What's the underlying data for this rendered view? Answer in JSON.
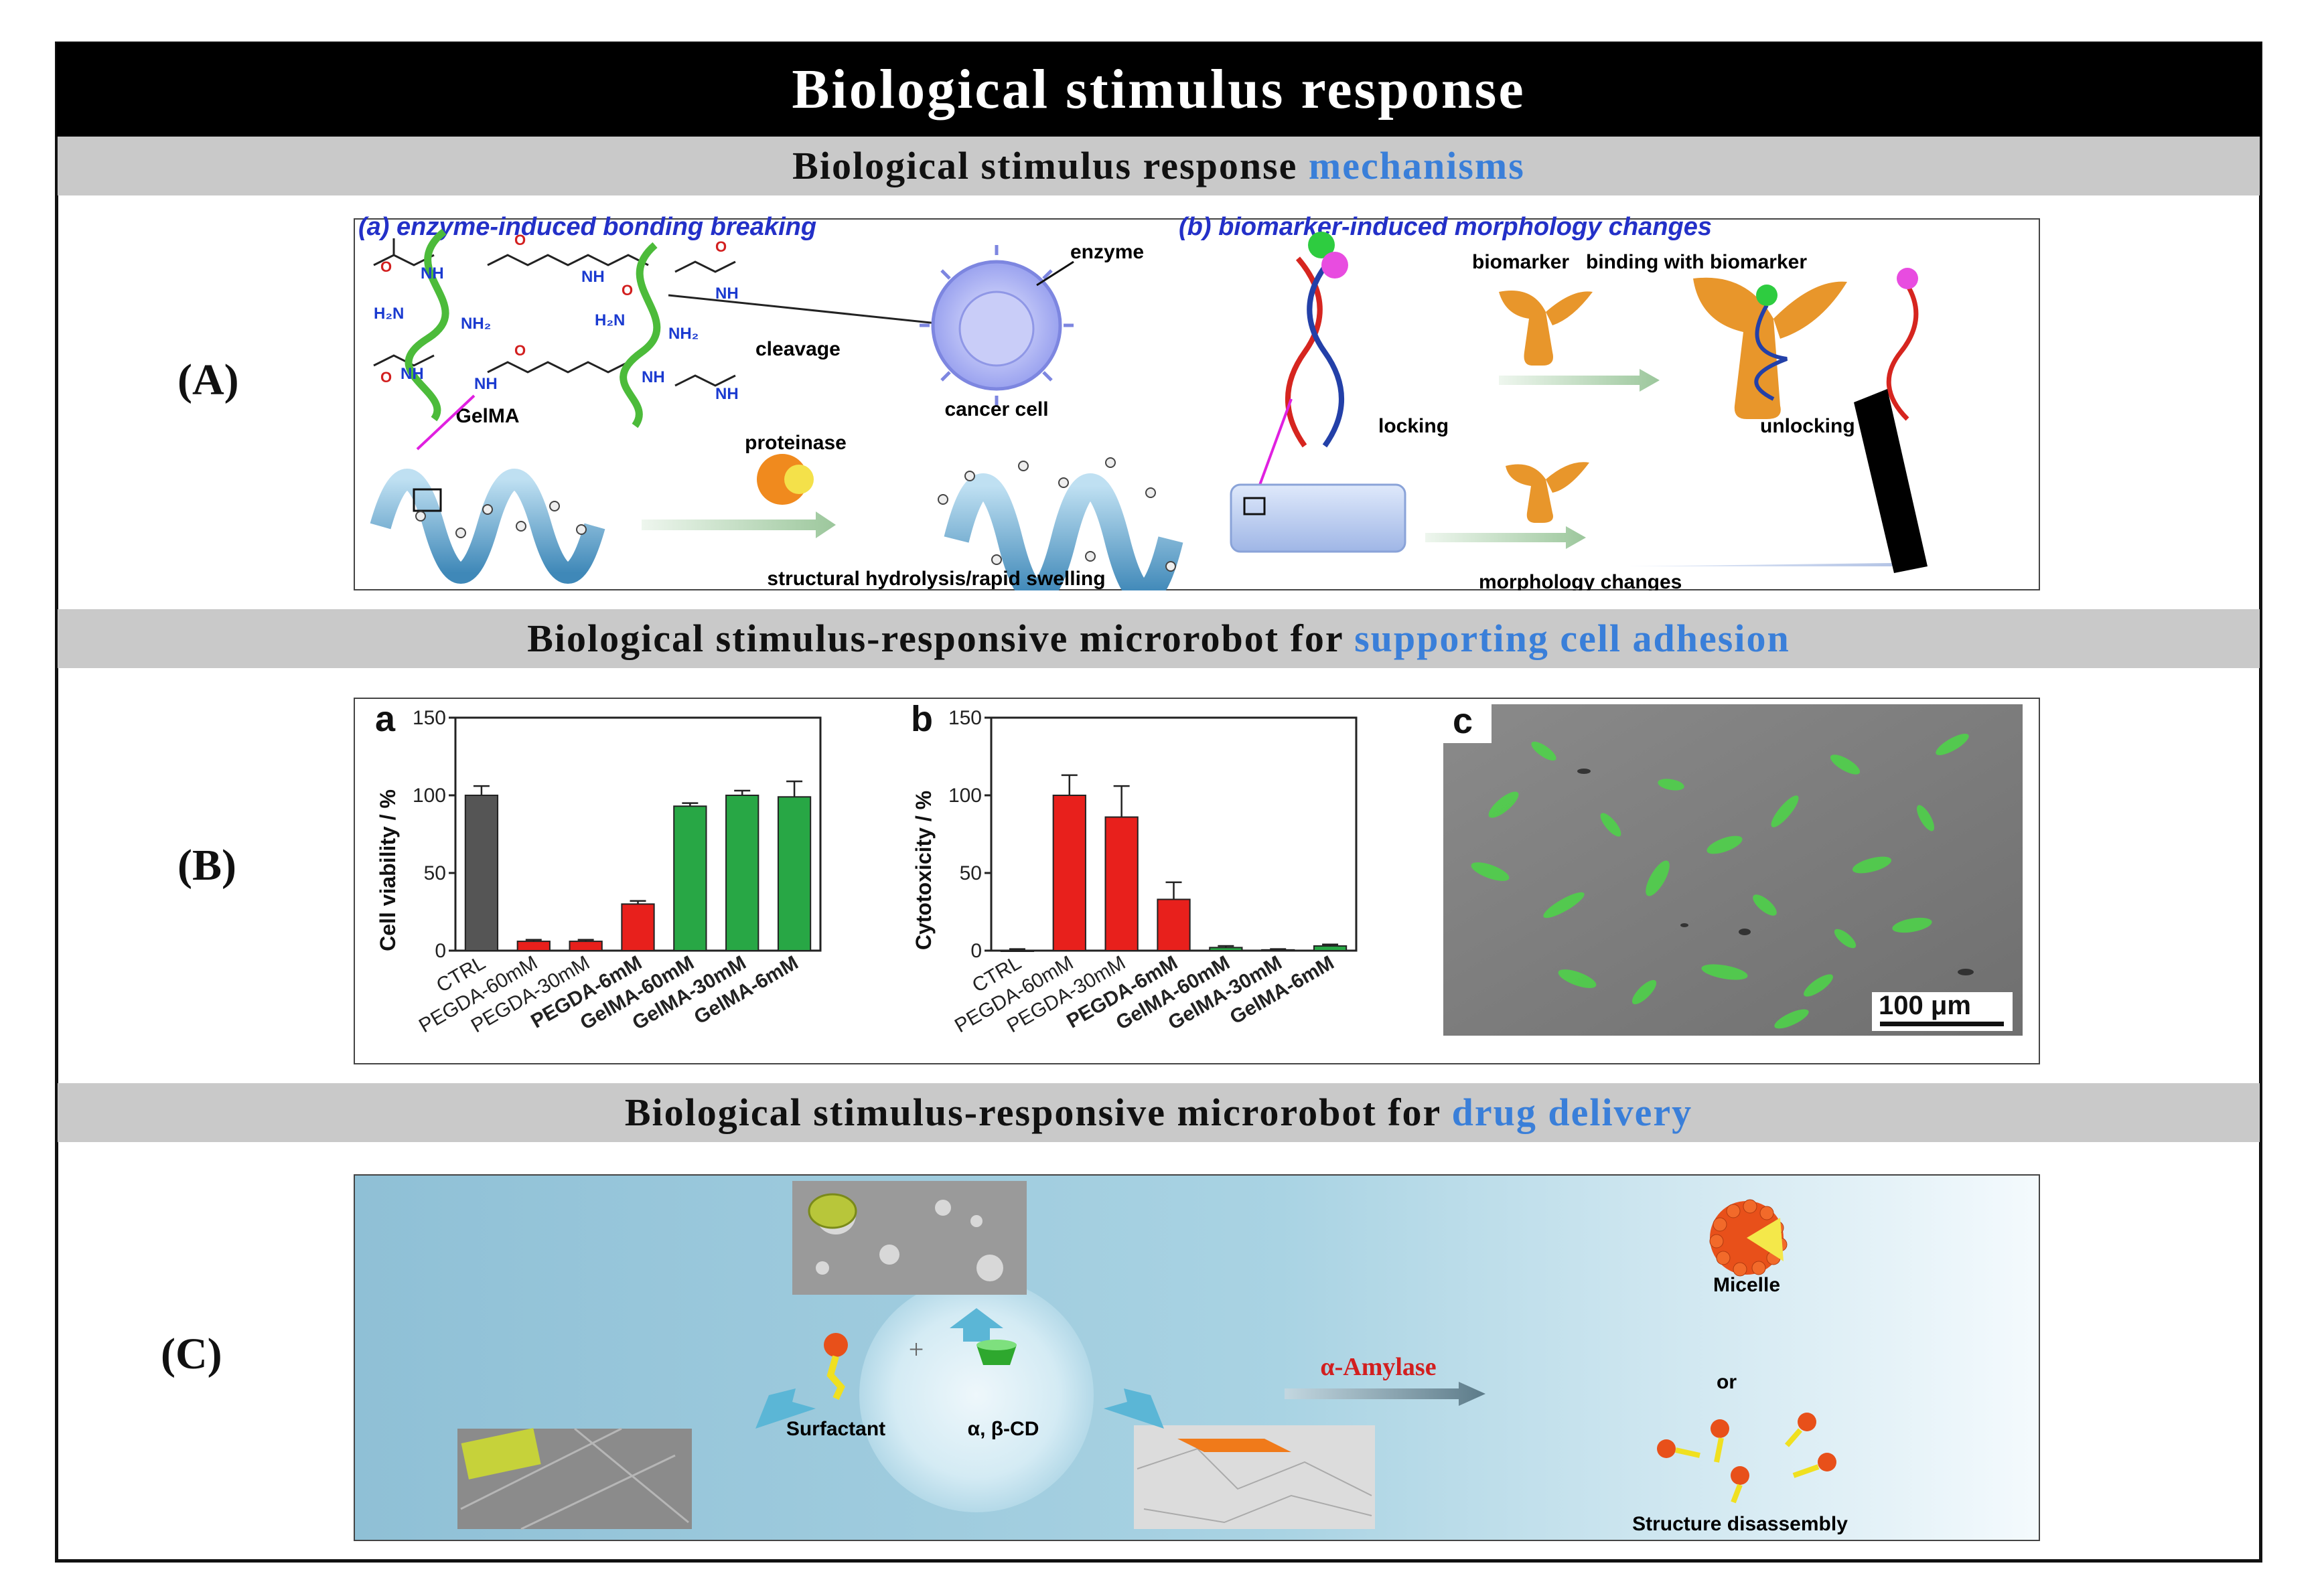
{
  "title": "Biological  stimulus response",
  "sections": [
    {
      "label": "(A)",
      "heading": "Biological  stimulus response ",
      "heading_accent": "mechanisms"
    },
    {
      "label": "(B)",
      "heading": "Biological  stimulus-responsive microrobot for ",
      "heading_accent": "supporting cell adhesion"
    },
    {
      "label": "(C)",
      "heading": "Biological stimulus-responsive microrobot for ",
      "heading_accent": "drug delivery"
    }
  ],
  "panelA": {
    "sub_a": "(a) enzyme-induced bonding breaking",
    "sub_b": "(b) biomarker-induced morphology changes",
    "labels": {
      "enzyme": "enzyme",
      "cleavage": "cleavage",
      "gelma": "GelMA",
      "cancer_cell": "cancer cell",
      "proteinase": "proteinase",
      "hydrolysis": "structural hydrolysis/rapid swelling",
      "biomarker": "biomarker",
      "binding": "binding with biomarker",
      "locking": "locking",
      "unlocking": "unlocking",
      "morphology": "morphology changes",
      "nh": "NH",
      "h2n": "H₂N",
      "nh2": "NH₂",
      "o": "O"
    }
  },
  "panelB": {
    "scale_bar": "100 μm",
    "c_label": "c",
    "chart_data": [
      {
        "type": "bar",
        "panel": "a",
        "ylabel": "Cell viability / %",
        "ylim": [
          0,
          150
        ],
        "yticks": [
          0,
          50,
          100,
          150
        ],
        "categories": [
          "CTRL",
          "PEGDA-60mM",
          "PEGDA-30mM",
          "PEGDA-6mM",
          "GelMA-60mM",
          "GelMA-30mM",
          "GelMA-6mM"
        ],
        "values": [
          100,
          6,
          6,
          30,
          93,
          100,
          99
        ],
        "errors": [
          6,
          1,
          1,
          2,
          2,
          3,
          10
        ],
        "colors": [
          "#555555",
          "#e8201c",
          "#e8201c",
          "#e8201c",
          "#28a745",
          "#28a745",
          "#28a745"
        ],
        "bold_categories": [
          3,
          4,
          5,
          6
        ]
      },
      {
        "type": "bar",
        "panel": "b",
        "ylabel": "Cytotoxicity / %",
        "ylim": [
          0,
          150
        ],
        "yticks": [
          0,
          50,
          100,
          150
        ],
        "categories": [
          "CTRL",
          "PEGDA-60mM",
          "PEGDA-30mM",
          "PEGDA-6mM",
          "GelMA-60mM",
          "GelMA-30mM",
          "GelMA-6mM"
        ],
        "values": [
          0,
          100,
          86,
          33,
          2,
          0.5,
          3
        ],
        "errors": [
          1,
          13,
          20,
          11,
          1,
          0.5,
          1
        ],
        "colors": [
          "#555555",
          "#e8201c",
          "#e8201c",
          "#e8201c",
          "#28a745",
          "#28a745",
          "#28a745"
        ],
        "bold_categories": [
          3,
          4,
          5,
          6
        ]
      }
    ]
  },
  "panelC": {
    "surfactant": "Surfactant",
    "cd": "α, β-CD",
    "amylase": "α-Amylase",
    "micelle": "Micelle",
    "or": "or",
    "disassembly": "Structure disassembly",
    "plus": "+"
  }
}
